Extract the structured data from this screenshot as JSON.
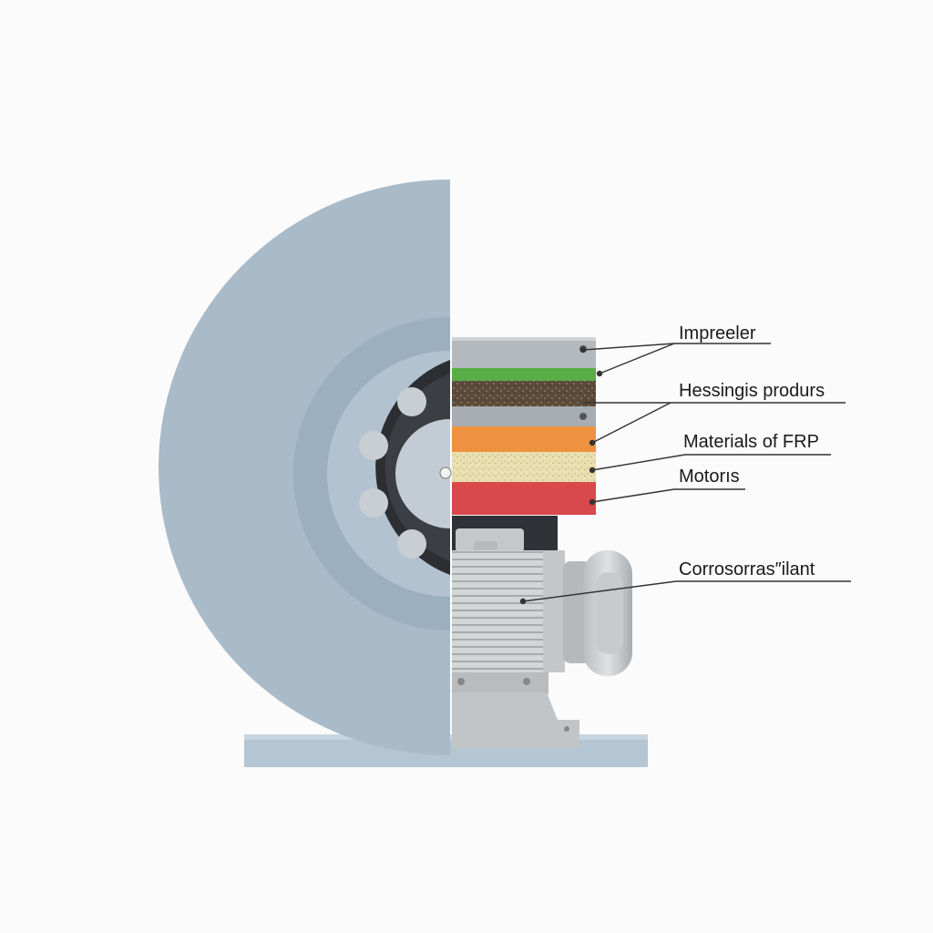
{
  "labels": {
    "impeller": "Impreeler",
    "housing": "Hessingis produrs",
    "materials": "Materials of FRP",
    "motors": "Motorıs",
    "corrosion": "Corrosorras″ilant"
  },
  "colors": {
    "background": "#fbfbfb",
    "housing_shell": "#a9bac9",
    "housing_inner_ring": "#9fb1c1",
    "bearing_ring": "#2c2e31",
    "rollers": "#c9ced3",
    "layer_top_grey": "#b4b9bd",
    "layer_green": "#58ad45",
    "layer_brown": "#5a4a3a",
    "layer_grey_2": "#a7adb2",
    "layer_orange": "#ee9240",
    "layer_sand": "#e9dfb0",
    "layer_red": "#d9484b",
    "motor_body": "#cfd2d3",
    "base_plate": "#b4c5d3",
    "leader_line": "#333333"
  }
}
